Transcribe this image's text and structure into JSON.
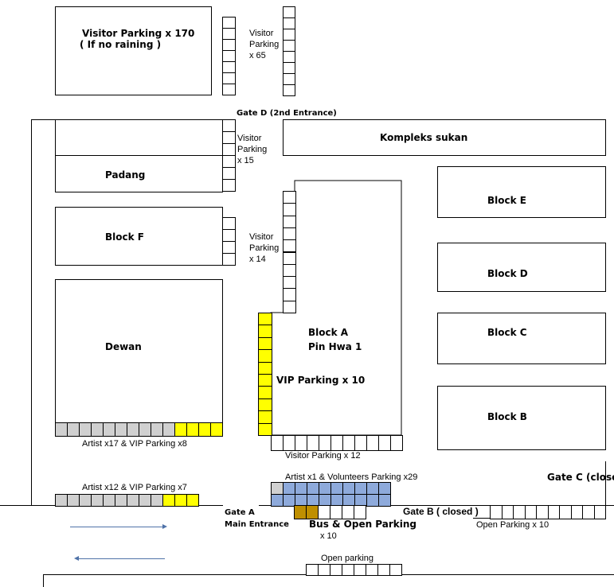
{
  "colors": {
    "artist": "#d0d0d0",
    "vip": "#ffff00",
    "volunteer": "#8eaadb",
    "bus": "#bf8f00",
    "empty": "#ffffff"
  },
  "labels": {
    "visitor170_line1": "Visitor Parking x 170",
    "visitor170_line2": "( If no raining )",
    "visitor65": [
      "Visitor",
      "Parking",
      "x 65"
    ],
    "gate_d": "Gate D (2nd Entrance)",
    "kompleks": "Kompleks sukan",
    "visitor15": [
      "Visitor",
      "Parking",
      "x 15"
    ],
    "padang": "Padang",
    "block_f": "Block F",
    "visitor14": [
      "Visitor",
      "Parking",
      "x 14"
    ],
    "block_e": "Block E",
    "block_d": "Block D",
    "block_c": "Block C",
    "block_b": "Block B",
    "dewan": "Dewan",
    "block_a_line1": "Block A",
    "block_a_line2": "Pin Hwa 1",
    "vip10": "VIP Parking x 10",
    "artist17": "Artist x17 & VIP Parking x8",
    "visitor12": "Visitor Parking x 12",
    "artist12": "Artist x12 & VIP Parking x7",
    "volunteers": "Artist x1 & Volunteers Parking x29",
    "gate_c": "Gate C (closed)",
    "gate_a": "Gate A",
    "main_entrance": "Main Entrance",
    "gate_b": "Gate B ( closed )",
    "bus": "Bus & Open Parking",
    "bus_count": "x 10",
    "open10": "Open Parking x 10",
    "open_parking": "Open parking"
  }
}
